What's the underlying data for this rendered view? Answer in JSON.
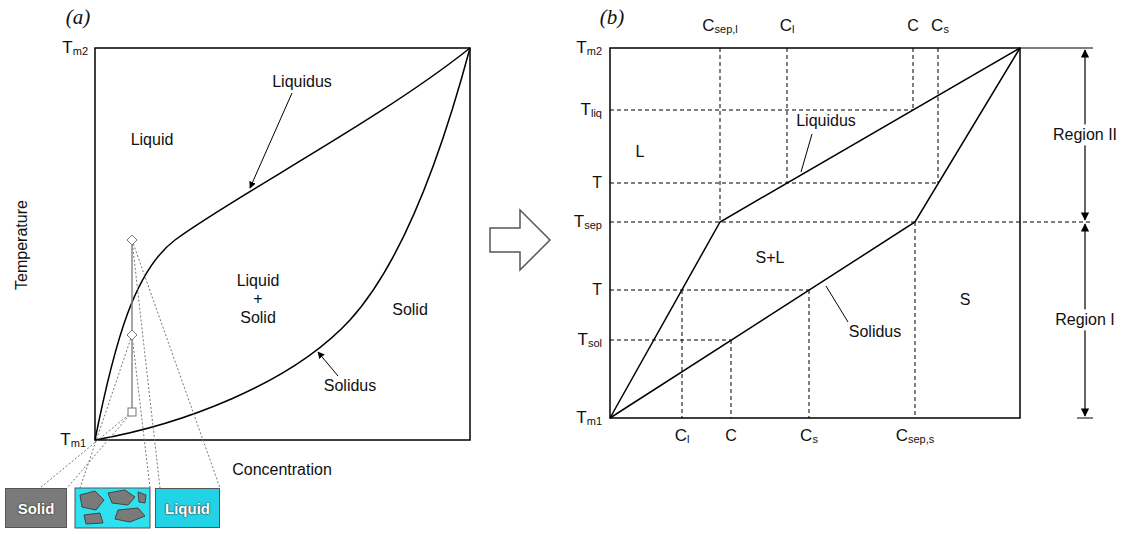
{
  "diagram": {
    "nodes": [
      {
        "text": [
          "Solid"
        ]
      },
      {
        "text": [
          "Liquid"
        ]
      }
    ],
    "labels": [
      "(a)",
      "Tm2",
      "Temperature",
      "Liquid",
      "Liquidus",
      "Liquid + Solid",
      "Solid",
      "Solidus",
      "Tm1",
      "Concentration",
      "(b)",
      "Csep,l",
      "Cl",
      "C",
      "Cs",
      "Tm2",
      "Tliq",
      "L",
      "T",
      "Liquidus",
      "Region II",
      "Tsep",
      "S+L",
      "T",
      "S",
      "Region I",
      "Tsol",
      "Solidus",
      "Tm1",
      "Cl",
      "C",
      "Cs",
      "Csep,s"
    ]
  }
}
